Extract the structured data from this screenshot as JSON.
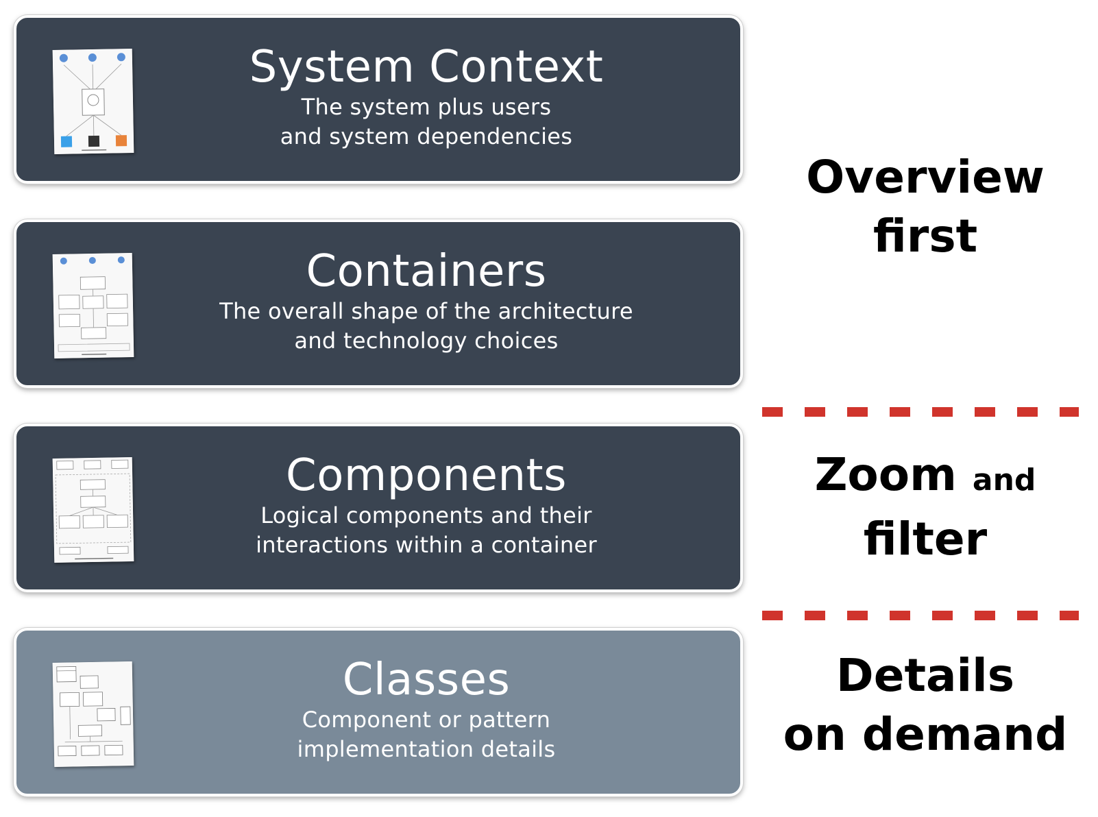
{
  "levels": [
    {
      "title": "System Context",
      "sub_line1": "The system plus users",
      "sub_line2": "and system dependencies"
    },
    {
      "title": "Containers",
      "sub_line1": "The overall shape of the architecture",
      "sub_line2": "and technology choices"
    },
    {
      "title": "Components",
      "sub_line1": "Logical components and their",
      "sub_line2": "interactions within a container"
    },
    {
      "title": "Classes",
      "sub_line1": "Component or pattern",
      "sub_line2": "implementation details"
    }
  ],
  "side_labels": {
    "overview": {
      "line1": "Overview",
      "line2": "first"
    },
    "zoom": {
      "word1": "Zoom",
      "word2": "and",
      "line2": "filter"
    },
    "details": {
      "line1": "Details",
      "line2": "on demand"
    }
  },
  "colors": {
    "card_dark": "#3a4451",
    "card_light": "#7a8a99",
    "divider": "#d0342c",
    "text_light": "#ffffff",
    "text_dark": "#000000"
  }
}
